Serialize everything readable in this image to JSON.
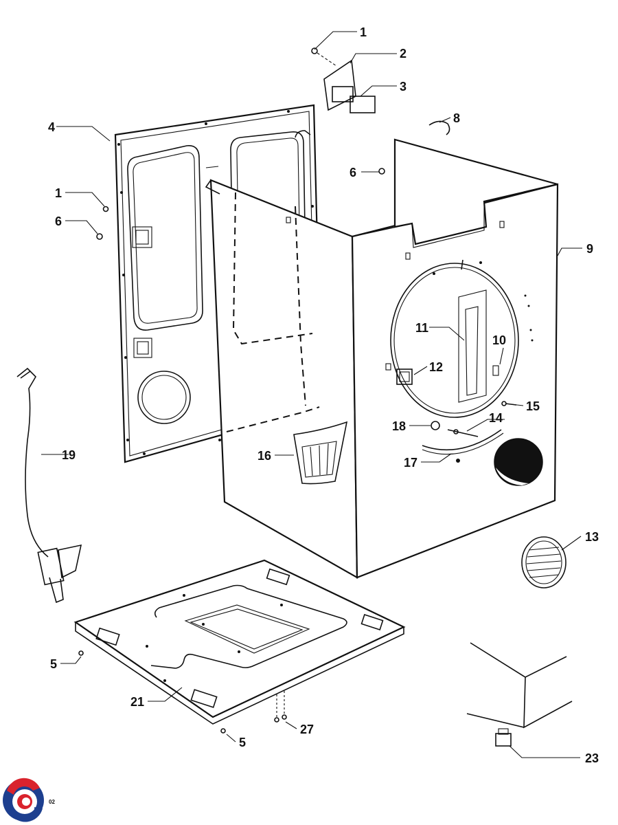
{
  "callouts": [
    {
      "id": "c1a",
      "text": "1"
    },
    {
      "id": "c2",
      "text": "2"
    },
    {
      "id": "c3",
      "text": "3"
    },
    {
      "id": "c4",
      "text": "4"
    },
    {
      "id": "c8",
      "text": "8"
    },
    {
      "id": "c6a",
      "text": "6"
    },
    {
      "id": "c1b",
      "text": "1"
    },
    {
      "id": "c6b",
      "text": "6"
    },
    {
      "id": "c9",
      "text": "9"
    },
    {
      "id": "c11",
      "text": "11"
    },
    {
      "id": "c10",
      "text": "10"
    },
    {
      "id": "c12",
      "text": "12"
    },
    {
      "id": "c15",
      "text": "15"
    },
    {
      "id": "c18",
      "text": "18"
    },
    {
      "id": "c14",
      "text": "14"
    },
    {
      "id": "c19",
      "text": "19"
    },
    {
      "id": "c16",
      "text": "16"
    },
    {
      "id": "c17",
      "text": "17"
    },
    {
      "id": "c13",
      "text": "13"
    },
    {
      "id": "c5a",
      "text": "5"
    },
    {
      "id": "c21",
      "text": "21"
    },
    {
      "id": "c27",
      "text": "27"
    },
    {
      "id": "c5b",
      "text": "5"
    },
    {
      "id": "c23",
      "text": "23"
    }
  ],
  "logo": {
    "suffix": "02",
    "colors": [
      "#d9232d",
      "#1d3f8f"
    ]
  }
}
